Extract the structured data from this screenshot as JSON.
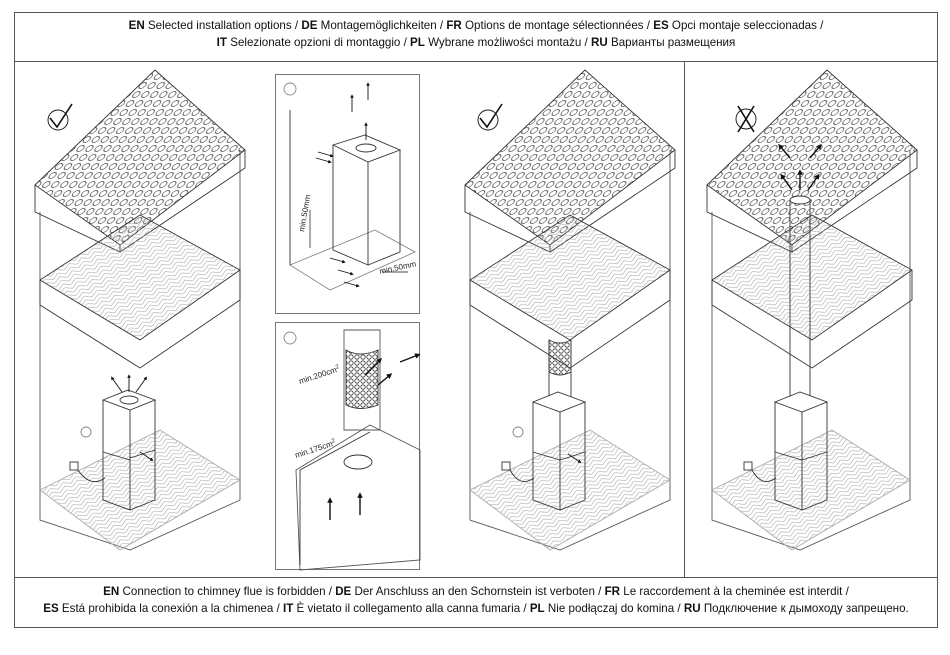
{
  "header": {
    "line1": [
      {
        "code": "EN",
        "text": " Selected installation options / "
      },
      {
        "code": "DE",
        "text": " Montagemöglichkeiten / "
      },
      {
        "code": "FR",
        "text": " Options de montage sélectionnées / "
      },
      {
        "code": "ES",
        "text": " Opci montaje seleccionadas /"
      }
    ],
    "line2": [
      {
        "code": "IT",
        "text": " Selezionate opzioni di montaggio / "
      },
      {
        "code": "PL",
        "text": " Wybrane możliwości montażu / "
      },
      {
        "code": "RU",
        "text": " Варианты размещения"
      }
    ]
  },
  "footer": {
    "line1": [
      {
        "code": "EN",
        "text": " Connection to chimney flue is forbidden / "
      },
      {
        "code": "DE",
        "text": " Der Anschluss an den Schornstein ist verboten / "
      },
      {
        "code": "FR",
        "text": " Le raccordement à la cheminée est interdit /"
      }
    ],
    "line2": [
      {
        "code": "ES",
        "text": " Está prohibida la conexión a la chimenea / "
      },
      {
        "code": "IT",
        "text": " È vietato il collegamento alla canna fumaria / "
      },
      {
        "code": "PL",
        "text": " Nie podłączaj do komina / "
      },
      {
        "code": "RU",
        "text": " Подключение к дымоходу запрещено."
      }
    ]
  },
  "labels": {
    "min50_vertical": "min.50mm",
    "min50_horizontal": "min.50mm",
    "min200": "min.200cm",
    "min200_sup": "2",
    "min175": "min.175cm",
    "min175_sup": "2"
  },
  "marks": {
    "allowed": "check-mark",
    "forbidden": "cross-mark"
  },
  "colors": {
    "line": "#222222",
    "light_line": "#888888",
    "frame": "#555555"
  }
}
